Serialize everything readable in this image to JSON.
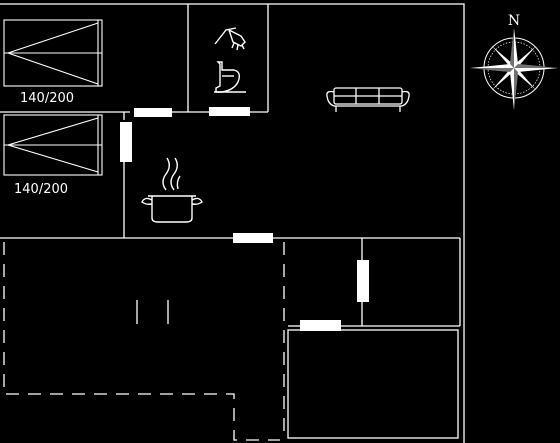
{
  "plan": {
    "bedroom_1": {
      "bed_size": "140/200"
    },
    "bedroom_2": {
      "bed_size": "140/200"
    },
    "compass": {
      "north_letter": "N"
    }
  },
  "colors": {
    "background": "#000000",
    "line": "#ffffff",
    "opening": "#ffffff"
  },
  "icons": {
    "bathroom": [
      "shower-icon",
      "toilet-icon"
    ],
    "kitchen": [
      "cooking-pot-icon"
    ],
    "living_room": [
      "sofa-icon"
    ],
    "compass": [
      "compass-rose-icon"
    ]
  }
}
